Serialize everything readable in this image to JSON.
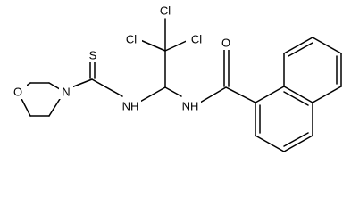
{
  "molecule": {
    "labels": {
      "cl_1": "Cl",
      "cl_2": "Cl",
      "cl_3": "Cl",
      "oxygen_carbonyl": "O",
      "sulfur_thione": "S",
      "nh_thiourea": "NH",
      "nh_amide": "NH",
      "nitrogen_morpholine": "N",
      "oxygen_morpholine": "O"
    }
  }
}
